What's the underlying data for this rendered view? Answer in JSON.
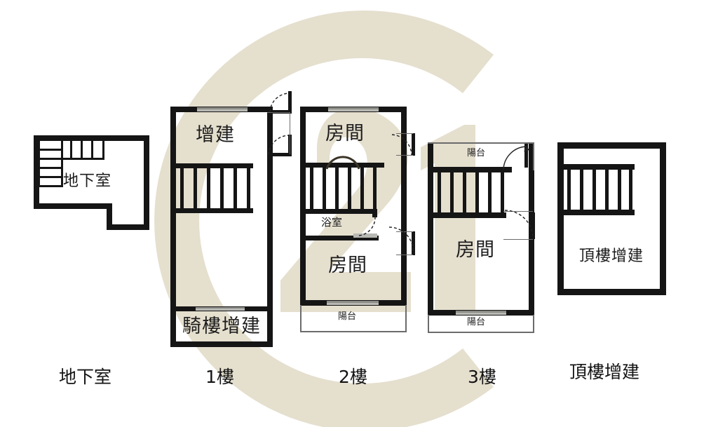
{
  "document": {
    "type": "real-estate-floor-plan",
    "watermark": {
      "brand": "C21",
      "color": "#e5dfce",
      "letters": [
        "C",
        "2",
        "1"
      ]
    },
    "palette": {
      "wall": "#151515",
      "thin_wall": "#6b6b6b",
      "window": "#b8b8b4",
      "window_dark": "#8d8d88",
      "text": "#1d1d1d",
      "background": "#ffffff",
      "watermark": "#e5dfce"
    }
  },
  "floors": [
    {
      "id": "basement",
      "caption": "地下室",
      "rooms": [
        {
          "name": "地下室",
          "label": "地下室"
        }
      ],
      "features": [
        "L-shaped staircase"
      ]
    },
    {
      "id": "floor-1",
      "caption": "1樓",
      "rooms": [
        {
          "name": "增建",
          "label": "增建"
        },
        {
          "name": "騎樓增建",
          "label": "騎樓增建"
        }
      ],
      "features": [
        "staircase",
        "two doors",
        "front window"
      ]
    },
    {
      "id": "floor-2",
      "caption": "2樓",
      "rooms": [
        {
          "name": "房間",
          "label": "房間"
        },
        {
          "name": "浴室",
          "label": "浴室"
        },
        {
          "name": "房間",
          "label": "房間"
        },
        {
          "name": "陽台",
          "label": "陽台"
        }
      ],
      "features": [
        "staircase",
        "two doors",
        "bathroom door",
        "front window",
        "rear window"
      ]
    },
    {
      "id": "floor-3",
      "caption": "3樓",
      "rooms": [
        {
          "name": "陽台",
          "label": "陽台"
        },
        {
          "name": "房間",
          "label": "房間"
        },
        {
          "name": "陽台",
          "label": "陽台"
        }
      ],
      "features": [
        "staircase",
        "balcony door",
        "room door",
        "front window"
      ]
    },
    {
      "id": "rooftop",
      "caption": "頂樓增建",
      "rooms": [
        {
          "name": "頂樓增建",
          "label": "頂樓增建"
        }
      ],
      "features": [
        "staircase"
      ]
    }
  ],
  "labels": {
    "basement_room": "地下室",
    "f1_extension": "增建",
    "f1_arcade_extension": "騎樓增建",
    "f2_room_top": "房間",
    "f2_bathroom": "浴室",
    "f2_room_bottom": "房間",
    "f2_balcony": "陽台",
    "f3_balcony_top": "陽台",
    "f3_room": "房間",
    "f3_balcony_bottom": "陽台",
    "rooftop_room": "頂樓增建"
  },
  "captions": {
    "basement": "地下室",
    "floor1": "1樓",
    "floor2": "2樓",
    "floor3": "3樓",
    "rooftop": "頂樓增建"
  }
}
